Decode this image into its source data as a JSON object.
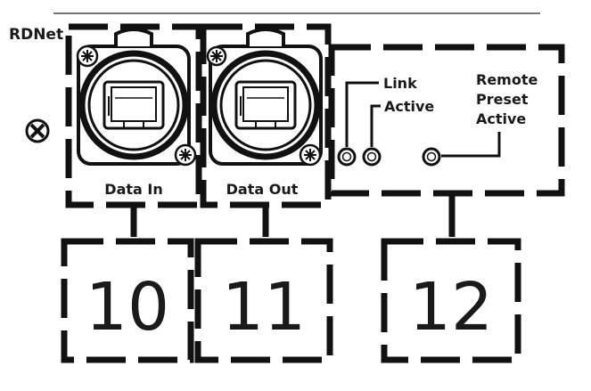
{
  "panel": {
    "name": "RDNet"
  },
  "connectors": {
    "data_in": "Data In",
    "data_out": "Data Out"
  },
  "leds": {
    "link": "Link",
    "active": "Active",
    "remote_line1": "Remote",
    "remote_line2": "Preset",
    "remote_line3": "Active"
  },
  "callouts": {
    "c10": "10",
    "c11": "11",
    "c12": "12"
  },
  "colors": {
    "line": "#111111",
    "background": "#ffffff"
  },
  "icons": [
    "screw-icon",
    "ethercon-jack-icon",
    "led-icon"
  ]
}
